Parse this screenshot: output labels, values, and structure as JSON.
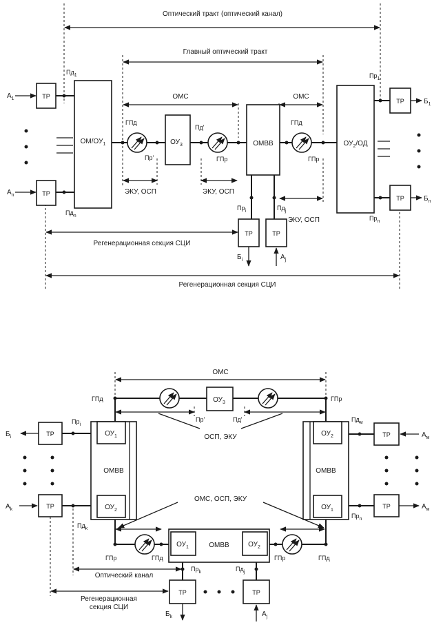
{
  "top": {
    "optical_path": "Оптический тракт (оптический канал)",
    "main_path": "Главный оптический тракт",
    "oms1": "ОМС",
    "oms2": "ОМС",
    "tr_a1": "ТР",
    "tr_an": "ТР",
    "tr_b1": "ТР",
    "tr_bn": "ТР",
    "tr_bi": "ТР",
    "tr_aj": "ТР",
    "om_ou1": "ОМ/ОУ",
    "om_ou1_sub": "1",
    "ou3": "ОУ",
    "ou3_sub": "3",
    "ombb": "ОМВВ",
    "ou2_od": "ОУ",
    "ou2_od_sub": "2",
    "ou2_od_tail": "/ОД",
    "a1": "А",
    "a1_sub": "1",
    "an": "А",
    "an_sub": "n",
    "b1": "Б",
    "b1_sub": "1",
    "bn": "Б",
    "bn_sub": "n",
    "bi": "Б",
    "bi_sub": "i",
    "aj": "А",
    "aj_sub": "j",
    "pd1": "Пд",
    "pd1_sub": "1",
    "pdn": "Пд",
    "pdn_sub": "n",
    "pr1": "Пр",
    "pr1_sub": "1",
    "prn": "Пр",
    "prn_sub": "n",
    "gpd": "ГПд",
    "pr_prime": "Пр'",
    "pd_prime": "Пд'",
    "gpr1": "ГПр",
    "gpd2": "ГПд",
    "gpr2": "ГПр",
    "pri": "Пр",
    "pri_sub": "i",
    "pdj": "Пд",
    "pdj_sub": "j",
    "eku1": "ЭКУ, ОСП",
    "eku2": "ЭКУ, ОСП",
    "eku3": "ЭКУ, ОСП",
    "regen1": "Регенерационная секция СЦИ",
    "regen2": "Регенерационная секция СЦИ"
  },
  "bottom": {
    "oms_top": "ОМС",
    "gpd_l": "ГПд",
    "gpr_r": "ГПр",
    "ou3": "ОУ",
    "ou3_sub": "3",
    "pr_prime": "Пр'",
    "pd_prime": "Пд'",
    "osp_eku": "ОСП, ЭКУ",
    "oms_osp_eku": "ОМС, ОСП, ЭКУ",
    "tr_bi": "ТР",
    "tr_ak": "ТР",
    "tr_am_top": "ТР",
    "tr_am_bot": "ТР",
    "tr_bk": "ТР",
    "tr_aj": "ТР",
    "ombb_l": "ОМВВ",
    "ombb_r": "ОМВВ",
    "ombb_b": "ОМВВ",
    "l_ou1": "ОУ",
    "l_ou1_sub": "1",
    "l_ou2": "ОУ",
    "l_ou2_sub": "2",
    "r_ou2": "ОУ",
    "r_ou2_sub": "2",
    "r_ou1": "ОУ",
    "r_ou1_sub": "1",
    "b_ou1": "ОУ",
    "b_ou1_sub": "1",
    "b_ou2": "ОУ",
    "b_ou2_sub": "2",
    "bi": "Б",
    "bi_sub": "i",
    "ak": "А",
    "ak_sub": "k",
    "am1": "А",
    "am1_sub": "м",
    "am2": "А",
    "am2_sub": "м",
    "bk": "Б",
    "bk_sub": "k",
    "aj": "А",
    "aj_sub": "j",
    "pri": "Пр",
    "pri_sub": "i",
    "pdk": "Пд",
    "pdk_sub": "k",
    "pdm": "Пд",
    "pdm_sub": "м",
    "prn": "Пр",
    "prn_sub": "n",
    "gpr_bl": "ГПр",
    "gpd_bl": "ГПд",
    "gpr_br": "ГПр",
    "gpd_br": "ГПд",
    "prk": "Пр",
    "prk_sub": "k",
    "pdj": "Пд",
    "pdj_sub": "j",
    "optical_channel": "Оптический канал",
    "regen_line1": "Регенерационная",
    "regen_line2": "секция СЦИ"
  }
}
